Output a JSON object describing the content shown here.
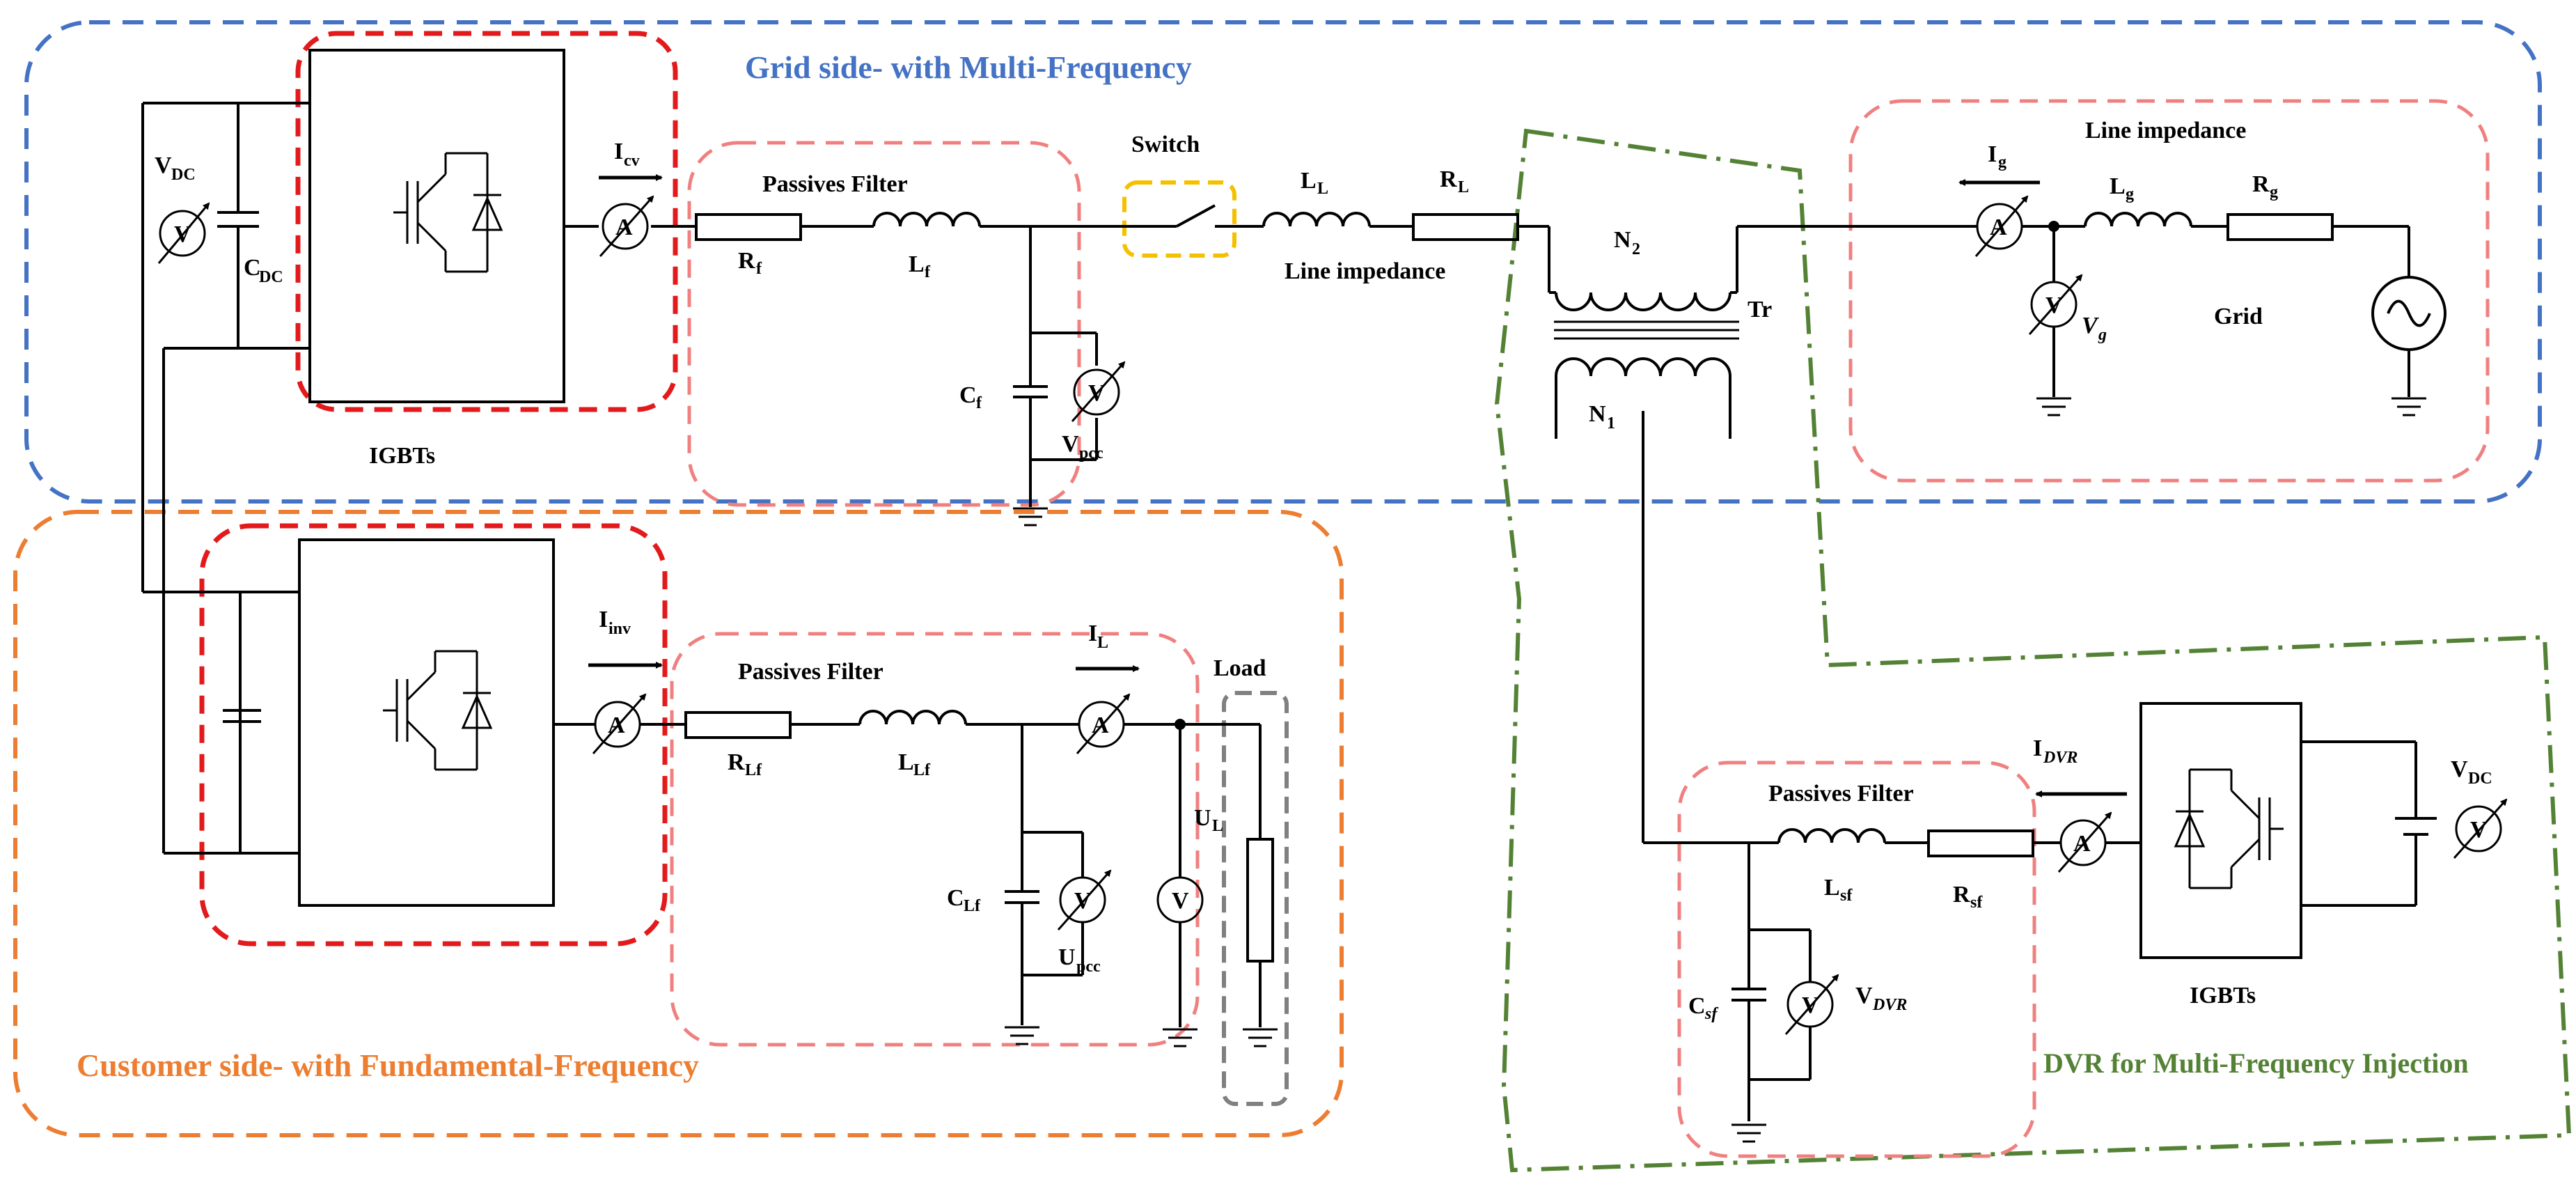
{
  "regions": {
    "grid_side": "Grid side- with Multi-Frequency",
    "customer_side": "Customer side- with Fundamental-Frequency",
    "dvr": "DVR for Multi-Frequency Injection"
  },
  "labels": {
    "passives_filter": "Passives Filter",
    "switch": "Switch",
    "line_impedance": "Line impedance",
    "igbts": "IGBTs",
    "grid": "Grid",
    "load": "Load",
    "tr": "Tr"
  },
  "symbols": {
    "V": "V",
    "L": "L",
    "R": "R",
    "C": "C",
    "I": "I",
    "U": "U",
    "N": "N",
    "sub_DC": "DC",
    "sub_cv": "cv",
    "sub_f": "f",
    "sub_pcc": "pcc",
    "sub_inv": "inv",
    "sub_Lf": "Lf",
    "sub_g": "g",
    "sub_DVR": "DVR",
    "sub_sf": "sf",
    "sub_1": "1",
    "sub_2": "2",
    "meter_V": "V",
    "meter_A": "A"
  },
  "colors": {
    "blue": "#4472c4",
    "orange": "#ed7d31",
    "green": "#548235",
    "red": "#e31a1c",
    "pink": "#f08080",
    "yellow": "#f5c000",
    "gray": "#808080"
  },
  "icons": [
    "igbt-icon",
    "voltmeter-icon",
    "ammeter-icon",
    "ground-icon",
    "ac-source-icon",
    "dc-source-icon",
    "transformer-icon",
    "resistor-icon",
    "inductor-icon",
    "capacitor-icon",
    "switch-icon"
  ]
}
